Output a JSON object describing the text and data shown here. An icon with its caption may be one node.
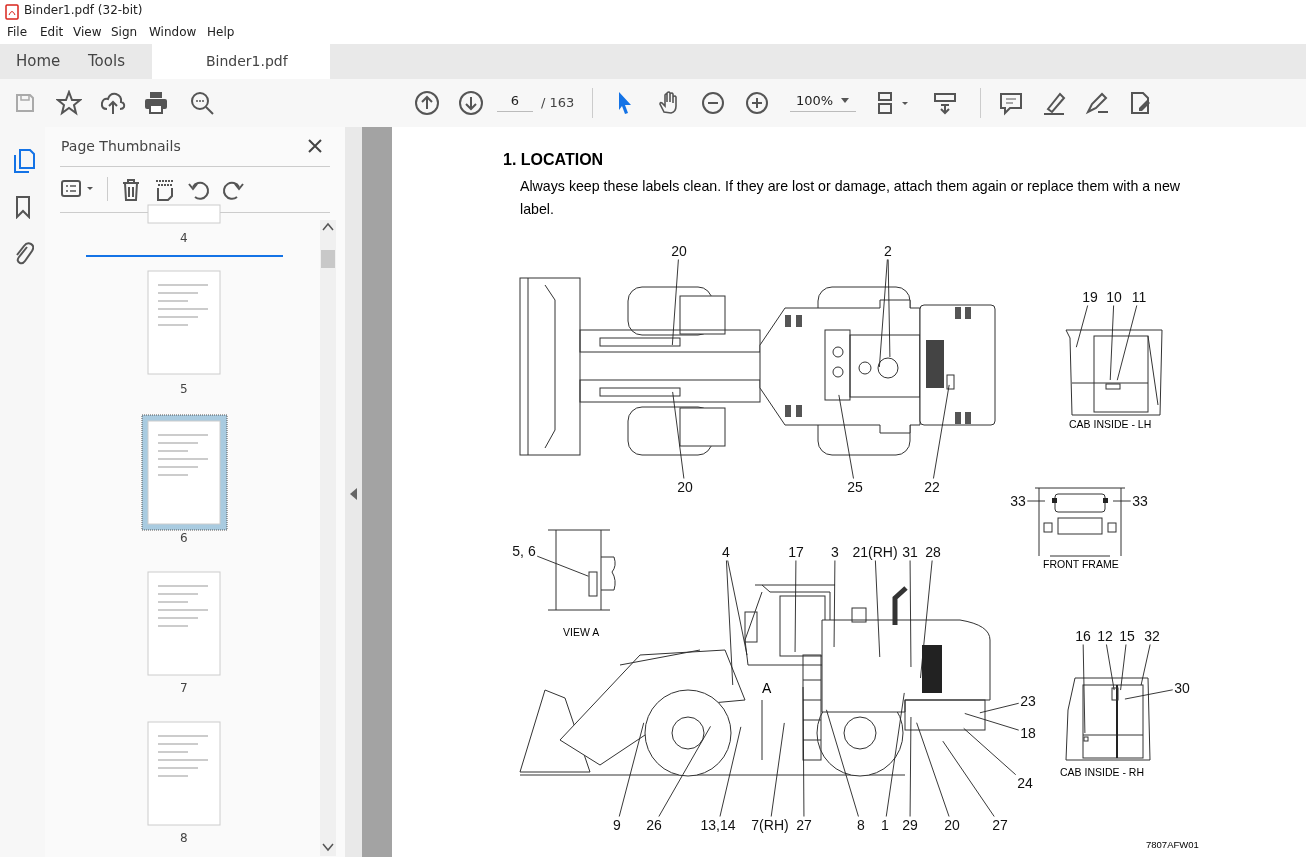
{
  "diagram": {
    "title": "1. LOCATION",
    "nodes": [
      {
        "text": [
          "20"
        ]
      },
      {
        "text": [
          "2"
        ]
      },
      {
        "text": [
          "20"
        ]
      },
      {
        "text": [
          "25"
        ]
      },
      {
        "text": [
          "22"
        ]
      },
      {
        "text": [
          "19"
        ]
      },
      {
        "text": [
          "10"
        ]
      },
      {
        "text": [
          "11"
        ]
      },
      {
        "text": [
          "33"
        ]
      },
      {
        "text": [
          "33"
        ]
      },
      {
        "text": [
          "5, 6"
        ]
      },
      {
        "text": [
          "4"
        ]
      },
      {
        "text": [
          "17"
        ]
      },
      {
        "text": [
          "3"
        ]
      },
      {
        "text": [
          "21(RH)"
        ]
      },
      {
        "text": [
          "31"
        ]
      },
      {
        "text": [
          "28"
        ]
      },
      {
        "text": [
          "23"
        ]
      },
      {
        "text": [
          "18"
        ]
      },
      {
        "text": [
          "24"
        ]
      },
      {
        "text": [
          "9"
        ]
      },
      {
        "text": [
          "26"
        ]
      },
      {
        "text": [
          "13,14"
        ]
      },
      {
        "text": [
          "7(RH)"
        ]
      },
      {
        "text": [
          "27"
        ]
      },
      {
        "text": [
          "8"
        ]
      },
      {
        "text": [
          "1"
        ]
      },
      {
        "text": [
          "29"
        ]
      },
      {
        "text": [
          "20"
        ]
      },
      {
        "text": [
          "27"
        ]
      },
      {
        "text": [
          "16"
        ]
      },
      {
        "text": [
          "12"
        ]
      },
      {
        "text": [
          "15"
        ]
      },
      {
        "text": [
          "32"
        ]
      },
      {
        "text": [
          "30"
        ]
      }
    ],
    "edges": [
      {
        "from": 0,
        "to": null,
        "arrow": "none"
      },
      {
        "from": 1,
        "to": null,
        "arrow": "none"
      },
      {
        "from": 1,
        "to": null,
        "arrow": "none"
      },
      {
        "from": 2,
        "to": null,
        "arrow": "none"
      },
      {
        "from": 3,
        "to": null,
        "arrow": "none"
      },
      {
        "from": 4,
        "to": null,
        "arrow": "none"
      },
      {
        "from": 5,
        "to": null,
        "arrow": "none"
      },
      {
        "from": 6,
        "to": null,
        "arrow": "none"
      },
      {
        "from": 7,
        "to": null,
        "arrow": "none"
      },
      {
        "from": 8,
        "to": null,
        "arrow": "none"
      },
      {
        "from": 9,
        "to": null,
        "arrow": "none"
      },
      {
        "from": 10,
        "to": null,
        "arrow": "none"
      },
      {
        "from": 11,
        "to": null,
        "arrow": "none"
      },
      {
        "from": 11,
        "to": null,
        "arrow": "none"
      },
      {
        "from": 12,
        "to": null,
        "arrow": "none"
      },
      {
        "from": 13,
        "to": null,
        "arrow": "none"
      },
      {
        "from": 14,
        "to": null,
        "arrow": "none"
      },
      {
        "from": 15,
        "to": null,
        "arrow": "none"
      },
      {
        "from": 16,
        "to": null,
        "arrow": "none"
      },
      {
        "from": 17,
        "to": null,
        "arrow": "none"
      },
      {
        "from": 18,
        "to": null,
        "arrow": "none"
      },
      {
        "from": 19,
        "to": null,
        "arrow": "none"
      },
      {
        "from": 20,
        "to": null,
        "arrow": "none"
      },
      {
        "from": 21,
        "to": null,
        "arrow": "none"
      },
      {
        "from": 22,
        "to": null,
        "arrow": "none"
      },
      {
        "from": 23,
        "to": null,
        "arrow": "none"
      },
      {
        "from": 24,
        "to": null,
        "arrow": "none"
      },
      {
        "from": 25,
        "to": null,
        "arrow": "none"
      },
      {
        "from": 26,
        "to": null,
        "arrow": "none"
      },
      {
        "from": 27,
        "to": null,
        "arrow": "none"
      },
      {
        "from": 28,
        "to": null,
        "arrow": "none"
      },
      {
        "from": 29,
        "to": null,
        "arrow": "none"
      },
      {
        "from": 30,
        "to": null,
        "arrow": "none"
      },
      {
        "from": 31,
        "to": null,
        "arrow": "none"
      },
      {
        "from": 32,
        "to": null,
        "arrow": "none"
      },
      {
        "from": 33,
        "to": null,
        "arrow": "none"
      },
      {
        "from": 34,
        "to": null,
        "arrow": "none"
      }
    ],
    "labels": [
      "Binder1.pdf (32-bit)",
      "File",
      "Edit",
      "View",
      "Sign",
      "Window",
      "Help",
      "Home",
      "Tools",
      "Binder1.pdf",
      "6",
      "/ 163",
      "100%",
      "Page Thumbnails",
      "4",
      "5",
      "6",
      "7",
      "8",
      "Always keep these labels clean. If they are lost or damage, attach them again or replace them with a new label.",
      "CAB INSIDE - LH",
      "FRONT FRAME",
      "VIEW A",
      "A",
      "CAB INSIDE - RH",
      "7807AFW01"
    ]
  }
}
